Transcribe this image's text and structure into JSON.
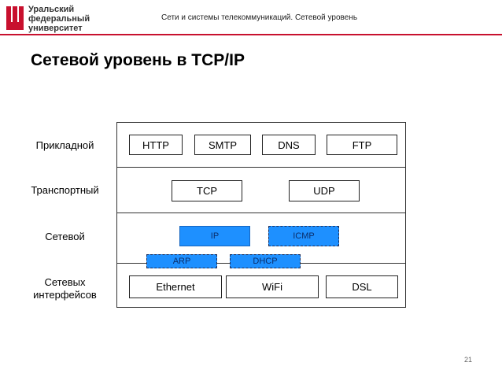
{
  "header": {
    "logo_lines": [
      "Уральский",
      "федеральный",
      "университет"
    ],
    "course_title": "Сети и системы телекоммуникаций. Сетевой уровень"
  },
  "slide": {
    "title": "Сетевой уровень в TCP/IP",
    "page_number": "21"
  },
  "layers": {
    "application": "Прикладной",
    "transport": "Транспортный",
    "network": "Сетевой",
    "link_line1": "Сетевых",
    "link_line2": "интерфейсов"
  },
  "protocols": {
    "http": "HTTP",
    "smtp": "SMTP",
    "dns": "DNS",
    "ftp": "FTP",
    "tcp": "TCP",
    "udp": "UDP",
    "ip": "IP",
    "icmp": "ICMP",
    "arp": "ARP",
    "dhcp": "DHCP",
    "ethernet": "Ethernet",
    "wifi": "WiFi",
    "dsl": "DSL"
  },
  "colors": {
    "accent": "#c8102e",
    "protocol_highlight": "#1e90ff"
  }
}
